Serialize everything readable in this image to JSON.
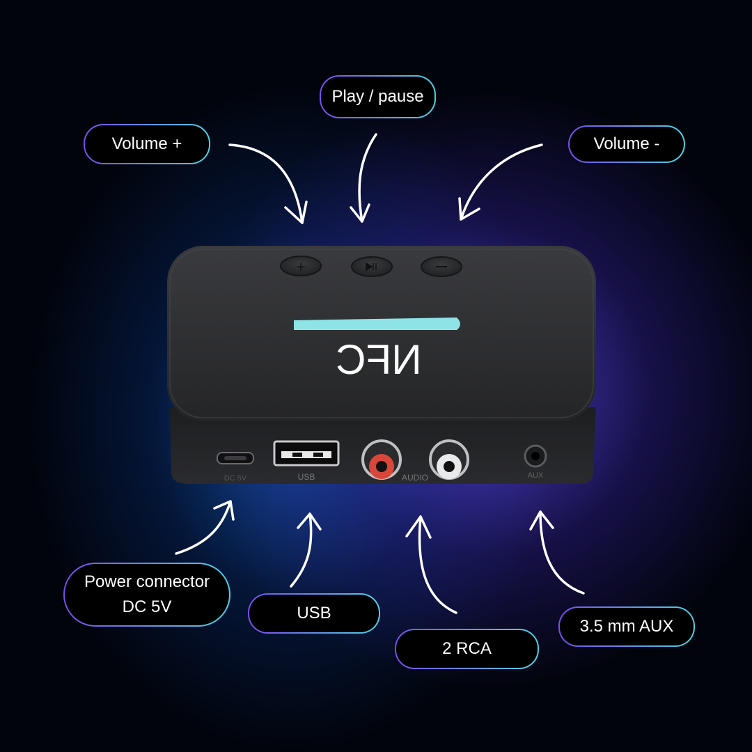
{
  "labels": {
    "volume_up": "Volume +",
    "play_pause": "Play / pause",
    "volume_down": "Volume -",
    "power": "Power connector\nDC 5V",
    "usb": "USB",
    "rca": "2 RCA",
    "aux": "3.5 mm AUX"
  },
  "device": {
    "top_text": "NFC",
    "port_dc": "DC 5V",
    "port_usb": "USB",
    "port_audio": "AUDIO",
    "port_aux": "AUX"
  },
  "colors": {
    "accent_purple": "#7b4cf0",
    "accent_cyan": "#4fd3e6",
    "nfc_bar": "#8ee3e6",
    "rca_red": "#d8473a",
    "device_body": "#2b2c2f"
  }
}
